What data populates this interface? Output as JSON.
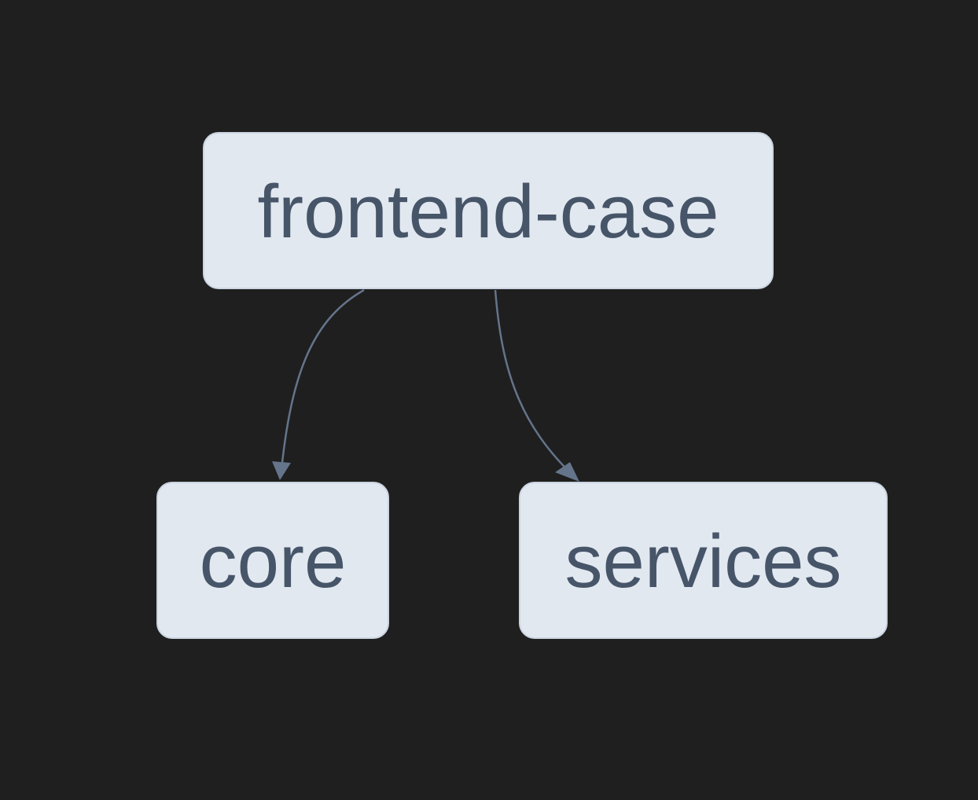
{
  "diagram": {
    "nodes": [
      {
        "id": "root",
        "label": "frontend-case"
      },
      {
        "id": "core",
        "label": "core"
      },
      {
        "id": "services",
        "label": "services"
      }
    ],
    "edges": [
      {
        "from": "root",
        "to": "core"
      },
      {
        "from": "root",
        "to": "services"
      }
    ]
  },
  "colors": {
    "background": "#1f1f1f",
    "node_fill": "#e2e8f0",
    "node_border": "#cbd5e1",
    "node_text": "#475569",
    "edge": "#64748b"
  }
}
